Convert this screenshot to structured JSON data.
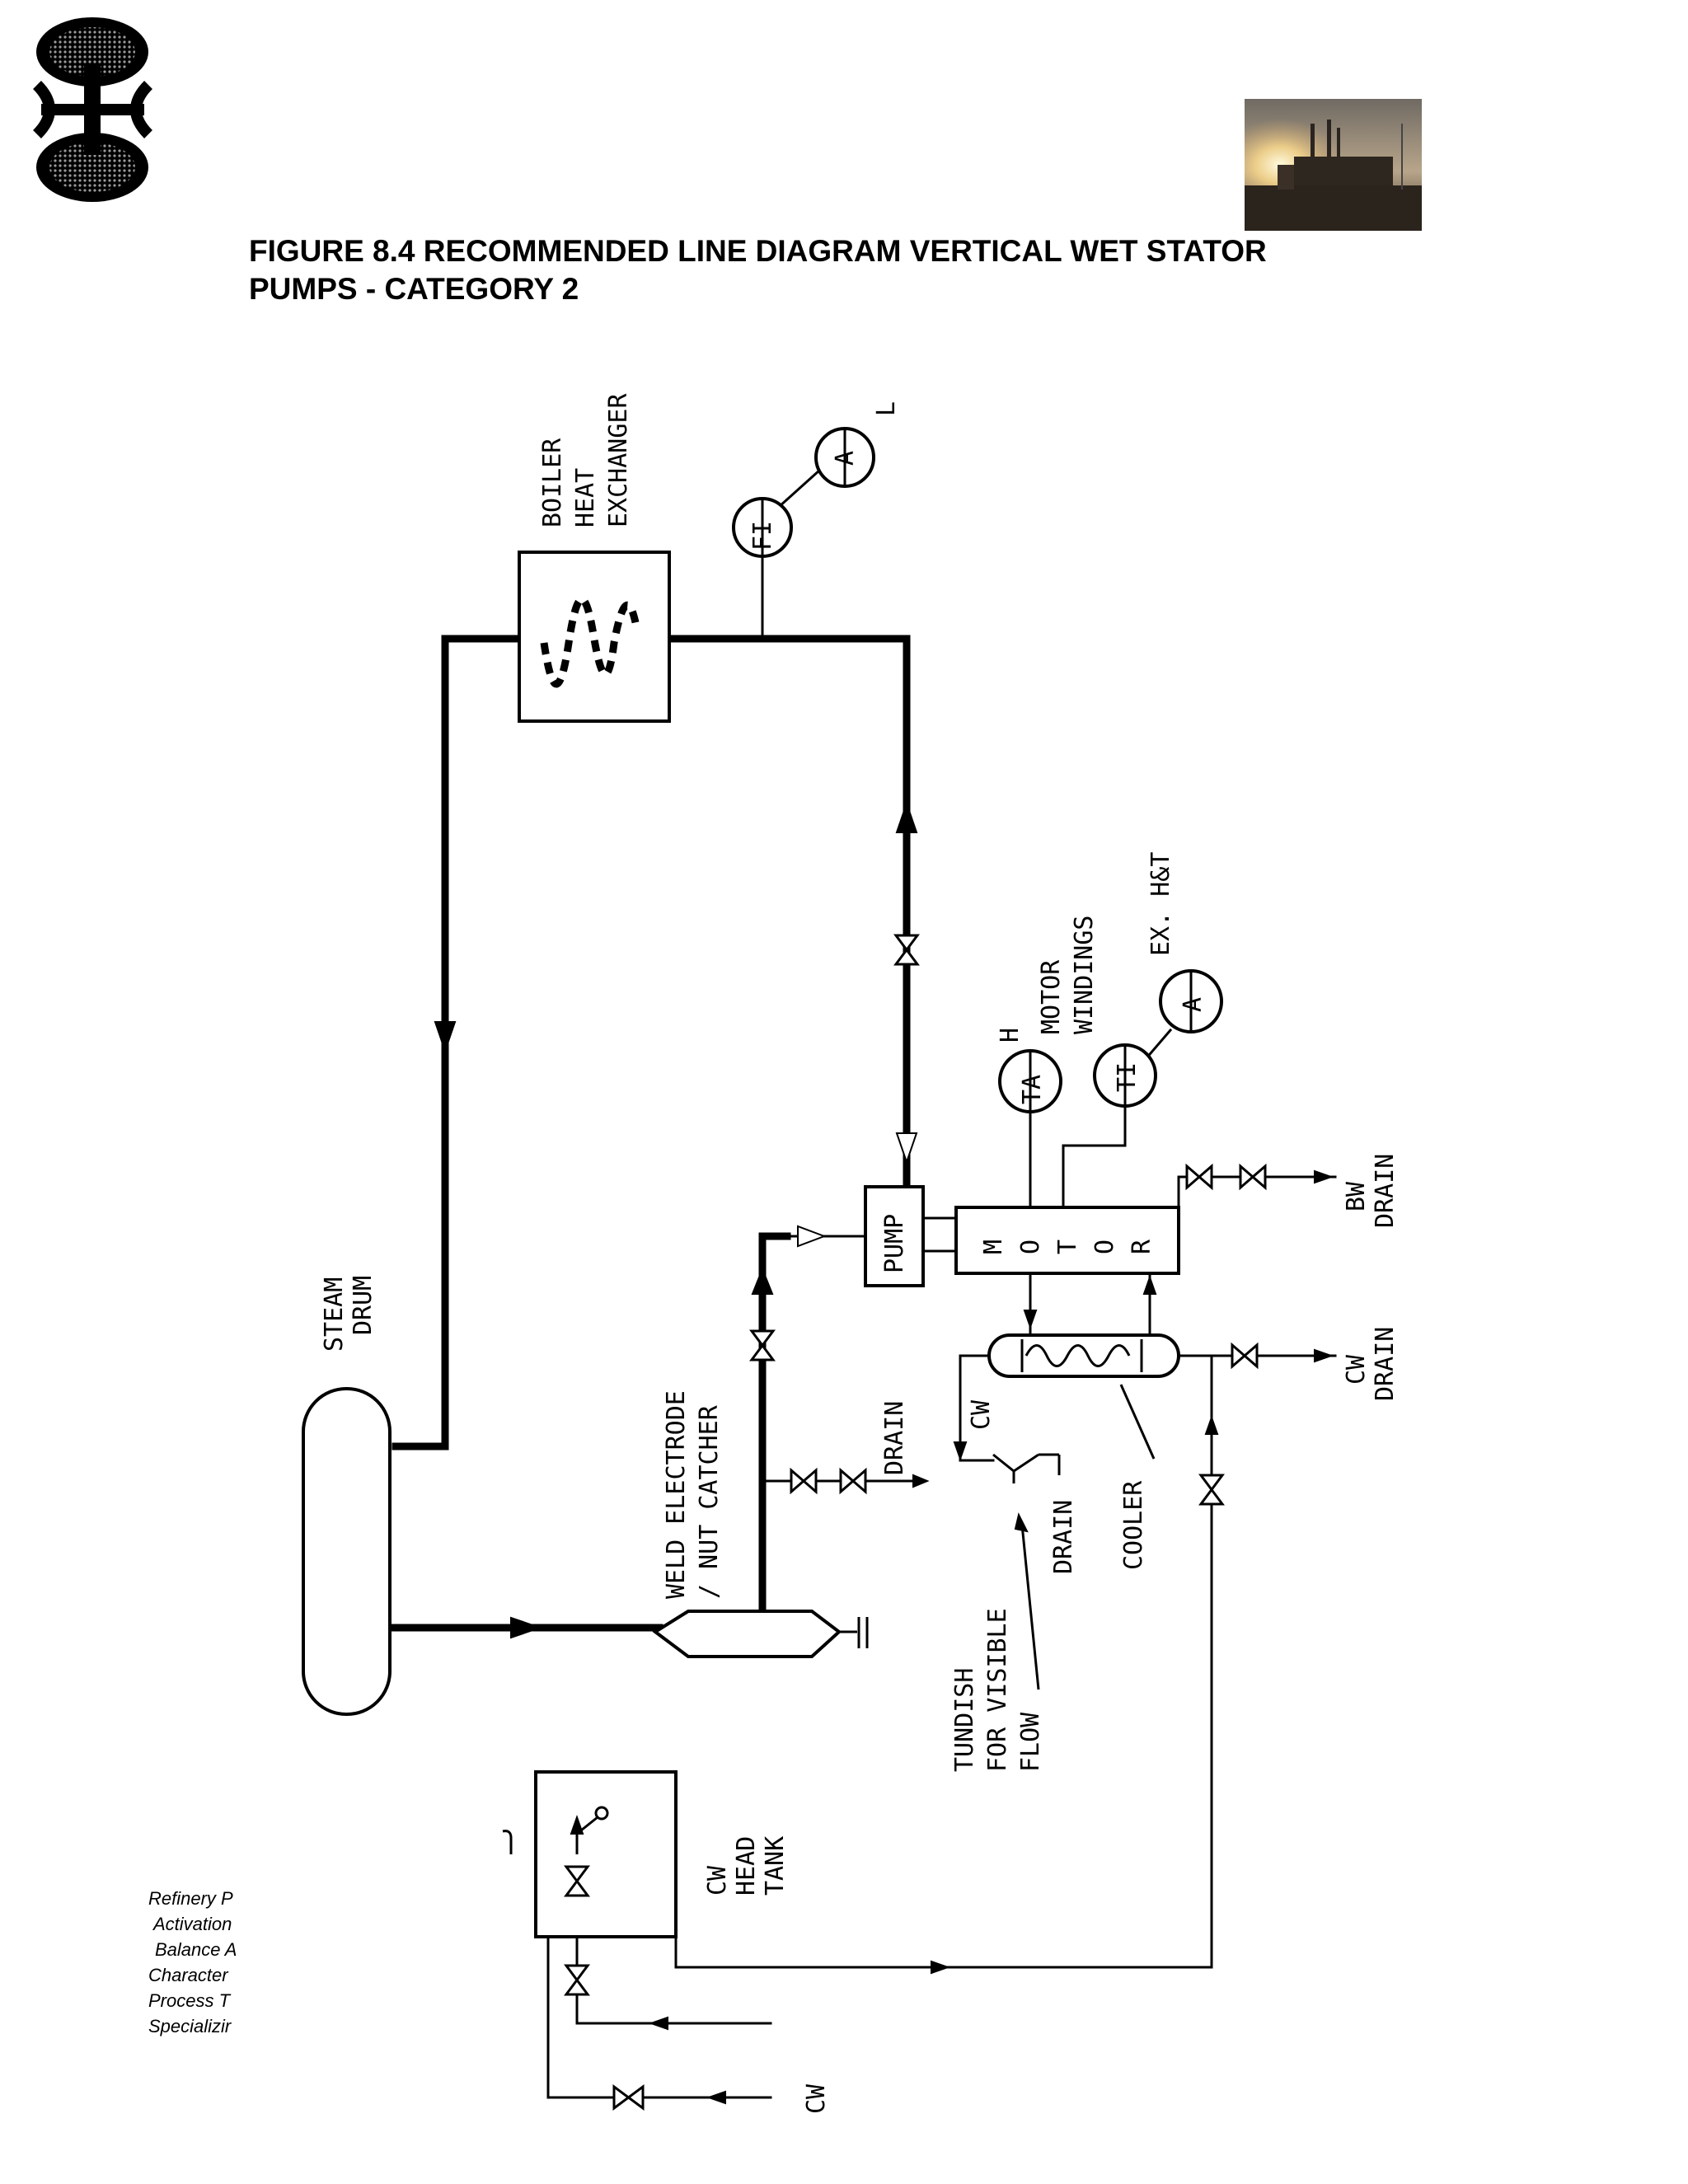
{
  "figure": {
    "title_line1": "FIGURE 8.4  RECOMMENDED LINE DIAGRAM VERTICAL WET STATOR",
    "title_line2": "PUMPS - CATEGORY 2"
  },
  "labels": {
    "boiler": [
      "BOILER",
      "HEAT",
      "EXCHANGER"
    ],
    "fi": "FI",
    "a_flow": "A",
    "l": "L",
    "steam_drum": [
      "STEAM",
      "DRUM"
    ],
    "weld": [
      "WELD  ELECTRODE",
      "/ NUT  CATCHER"
    ],
    "drain_main": "DRAIN",
    "pump": "PUMP",
    "motor": [
      "M",
      "O",
      "T",
      "O",
      "R"
    ],
    "ta": "TA",
    "h": "H",
    "motor_windings": [
      "MOTOR",
      "WINDINGS"
    ],
    "ti": "TI",
    "a_ex": "A",
    "ex_ht": "EX. H&T",
    "bw_drain": [
      "BW",
      "DRAIN"
    ],
    "cw_drain": [
      "CW",
      "DRAIN"
    ],
    "cw_cooler": "CW",
    "drain_tundish": "DRAIN",
    "cooler": "COOLER",
    "tundish": [
      "TUNDISH",
      "FOR VISIBLE",
      "FLOW"
    ],
    "cw_head_tank": [
      "CW",
      "HEAD",
      "TANK"
    ],
    "cw_bottom": "CW"
  },
  "sidebar": [
    "Refinery P",
    "Activation",
    "Balance A",
    "Character",
    "Process T",
    "Specializir"
  ]
}
